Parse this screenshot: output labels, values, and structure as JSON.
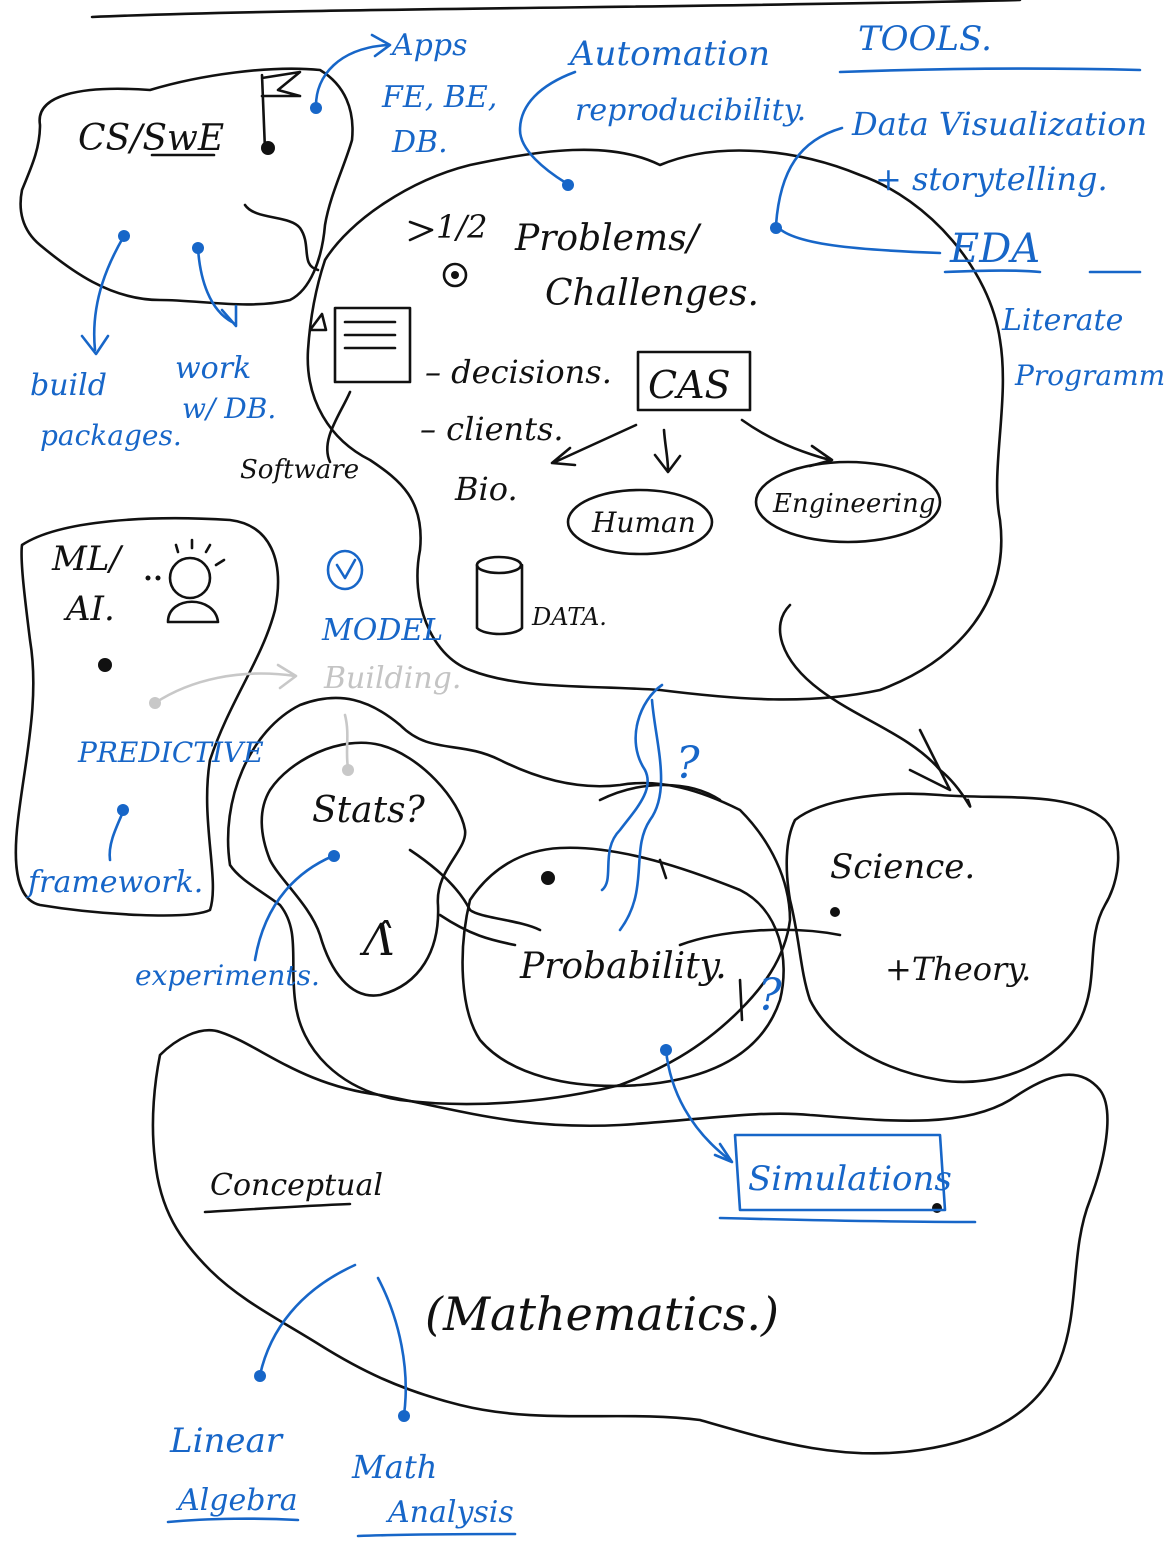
{
  "colors": {
    "ink": "#111111",
    "blue": "#1766c8",
    "grey": "#c8c8c8",
    "background": "#ffffff"
  },
  "cs": {
    "title": "CS/SwE",
    "apps": [
      "Apps",
      "FE, BE,",
      "DB."
    ],
    "build": [
      "build",
      "packages."
    ],
    "work": [
      "work",
      "w/ DB."
    ]
  },
  "tools": {
    "header": "TOOLS.",
    "automation": [
      "Automation",
      "reproducibility."
    ],
    "dataviz": [
      "Data Visualization",
      "+ storytelling."
    ],
    "eda": "EDA",
    "literate": [
      "Literate",
      "Programm.."
    ]
  },
  "problems": {
    "fraction": "1/2",
    "title": [
      "Problems/",
      "Challenges."
    ],
    "decisions": "– decisions.",
    "clients": "– clients.",
    "bio": "Bio.",
    "cas": "CAS",
    "human": "Human",
    "engineering": "Engineering",
    "software": "Software",
    "data": "DATA."
  },
  "ml": {
    "title": [
      "ML/",
      "AI."
    ],
    "model": [
      "MODEL",
      "Building."
    ],
    "predictive": "PREDICTIVE",
    "framework": "framework."
  },
  "middle": {
    "stats": "Stats?",
    "lambda_hat": "Λ̂",
    "experiments": "experiments.",
    "probability": "Probability.",
    "question": "?",
    "science": "Science.",
    "theory": "+Theory.",
    "simulations": "Simulations"
  },
  "math": {
    "conceptual": "Conceptual",
    "mathematics": "(Mathematics.)",
    "linear": [
      "Linear",
      "Algebra"
    ],
    "analysis": [
      "Math",
      "Analysis"
    ]
  }
}
